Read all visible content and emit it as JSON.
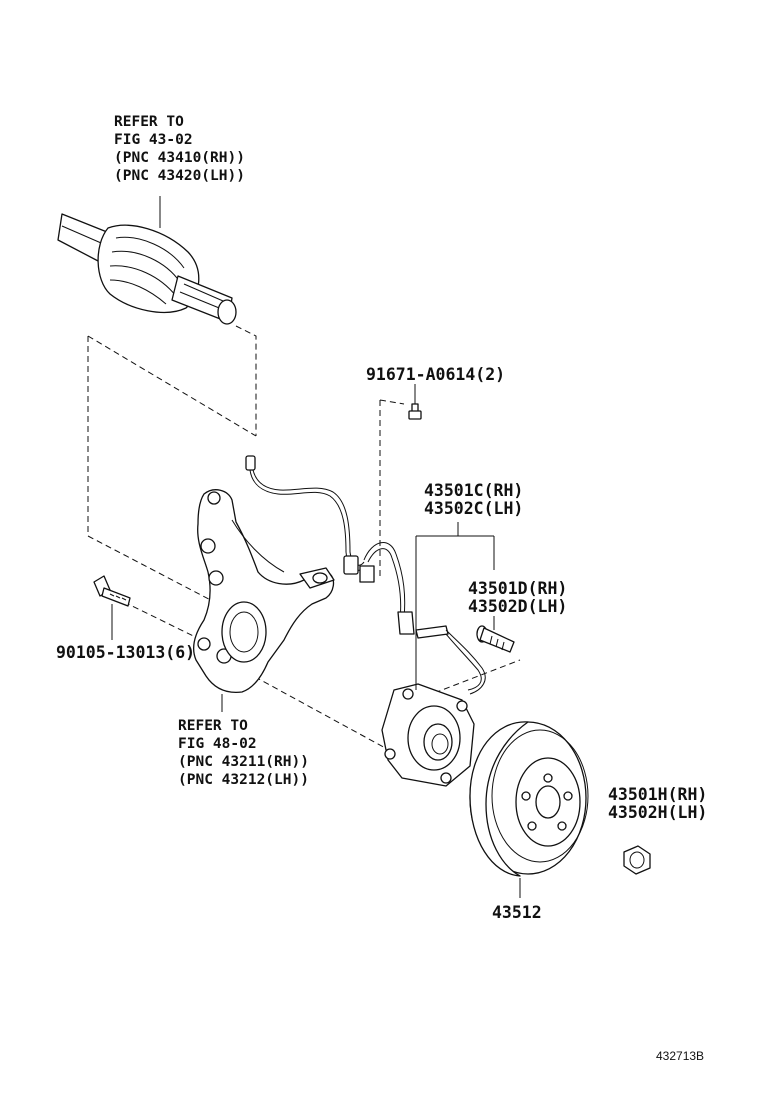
{
  "labels": {
    "shaft_ref": {
      "line1": "REFER TO",
      "line2": "FIG 43-02",
      "line3": "(PNC 43410(RH))",
      "line4": "(PNC 43420(LH))"
    },
    "bolt_top": "91671-A0614(2)",
    "hub_c": {
      "line1": "43501C(RH)",
      "line2": "43502C(LH)"
    },
    "hub_d": {
      "line1": "43501D(RH)",
      "line2": "43502D(LH)"
    },
    "bolt_left": "90105-13013(6)",
    "knuckle_ref": {
      "line1": "REFER TO",
      "line2": "FIG 48-02",
      "line3": "(PNC 43211(RH))",
      "line4": "(PNC 43212(LH))"
    },
    "nut_h": {
      "line1": "43501H(RH)",
      "line2": "43502H(LH)"
    },
    "disc": "43512",
    "diagram_id": "432713B"
  }
}
